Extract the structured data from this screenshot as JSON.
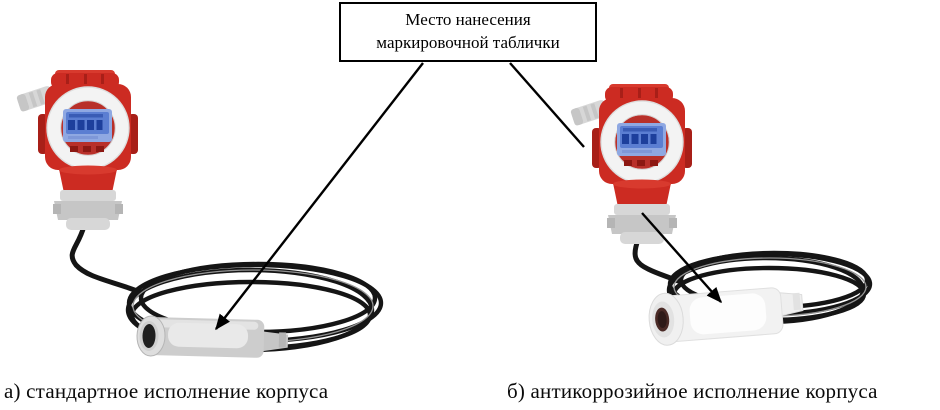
{
  "figure": {
    "annotation_box": {
      "line1": "Место нанесения",
      "line2": "маркировочной таблички"
    },
    "captions": {
      "a": "а) стандартное исполнение корпуса",
      "b": "б) антикоррозийное исполнение корпуса"
    },
    "devices": {
      "a": "pressure-level transmitter, standard housing, grey stainless probe",
      "b": "pressure-level transmitter, anticorrosion housing, white plastic probe"
    }
  },
  "colors": {
    "background": "#ffffff",
    "transmitter_red": "#cc2b22",
    "bezel_white": "#f3f3f3",
    "lcd_frame_blue": "#8fa8e2",
    "lcd_blue": "#5b7ed2",
    "lcd_digits_blue": "#1d3f9c",
    "buttons_dark_red": "#8c1812",
    "fitting_gray": "#c6c6c6",
    "cable_black": "#151515",
    "probe_gray": "#cdcdcd",
    "probe_white": "#f4f4f4",
    "probe_opening_black": "#1f1f1f",
    "probe_opening_maroon": "#4a2a26",
    "leader_line": "#000000"
  }
}
